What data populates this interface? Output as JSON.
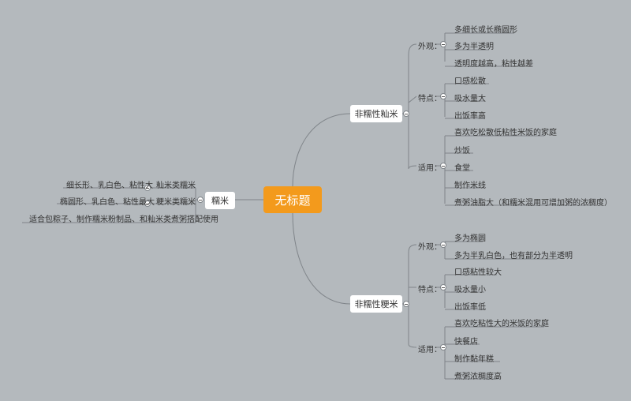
{
  "root": {
    "label": "无标题"
  },
  "right_top": {
    "label": "非糯性籼米",
    "groups": [
      {
        "label": "外观：",
        "items": [
          "多细长或长椭圆形",
          "多为半透明",
          "透明度越高，粘性越差"
        ]
      },
      {
        "label": "特点：",
        "items": [
          "口感松散",
          "吸水量大",
          "出饭率高"
        ]
      },
      {
        "label": "适用：",
        "items": [
          "喜欢吃松散低粘性米饭的家庭",
          "炒饭",
          "食堂",
          "制作米线",
          "煮粥油脂大（和糯米混用可增加粥的浓稠度）"
        ]
      }
    ]
  },
  "right_bottom": {
    "label": "非糯性粳米",
    "groups": [
      {
        "label": "外观：",
        "items": [
          "多为椭圆",
          "多为半乳白色，也有部分为半透明"
        ]
      },
      {
        "label": "特点：",
        "items": [
          "口感粘性较大",
          "吸水量小",
          "出饭率低"
        ]
      },
      {
        "label": "适用：",
        "items": [
          "喜欢吃粘性大的米饭的家庭",
          "快餐店",
          "制作黏年糕",
          "煮粥浓稠度高"
        ]
      }
    ]
  },
  "left": {
    "label": "糯米",
    "groups": [
      {
        "label": "籼米类糯米",
        "items": [
          "细长形、乳白色、粘性大"
        ]
      },
      {
        "label": "粳米类糯米",
        "items": [
          "椭圆形、乳白色、粘性最大"
        ]
      }
    ],
    "extra": "适合包粽子、制作糯米粉制品、和籼米类煮粥搭配使用"
  }
}
